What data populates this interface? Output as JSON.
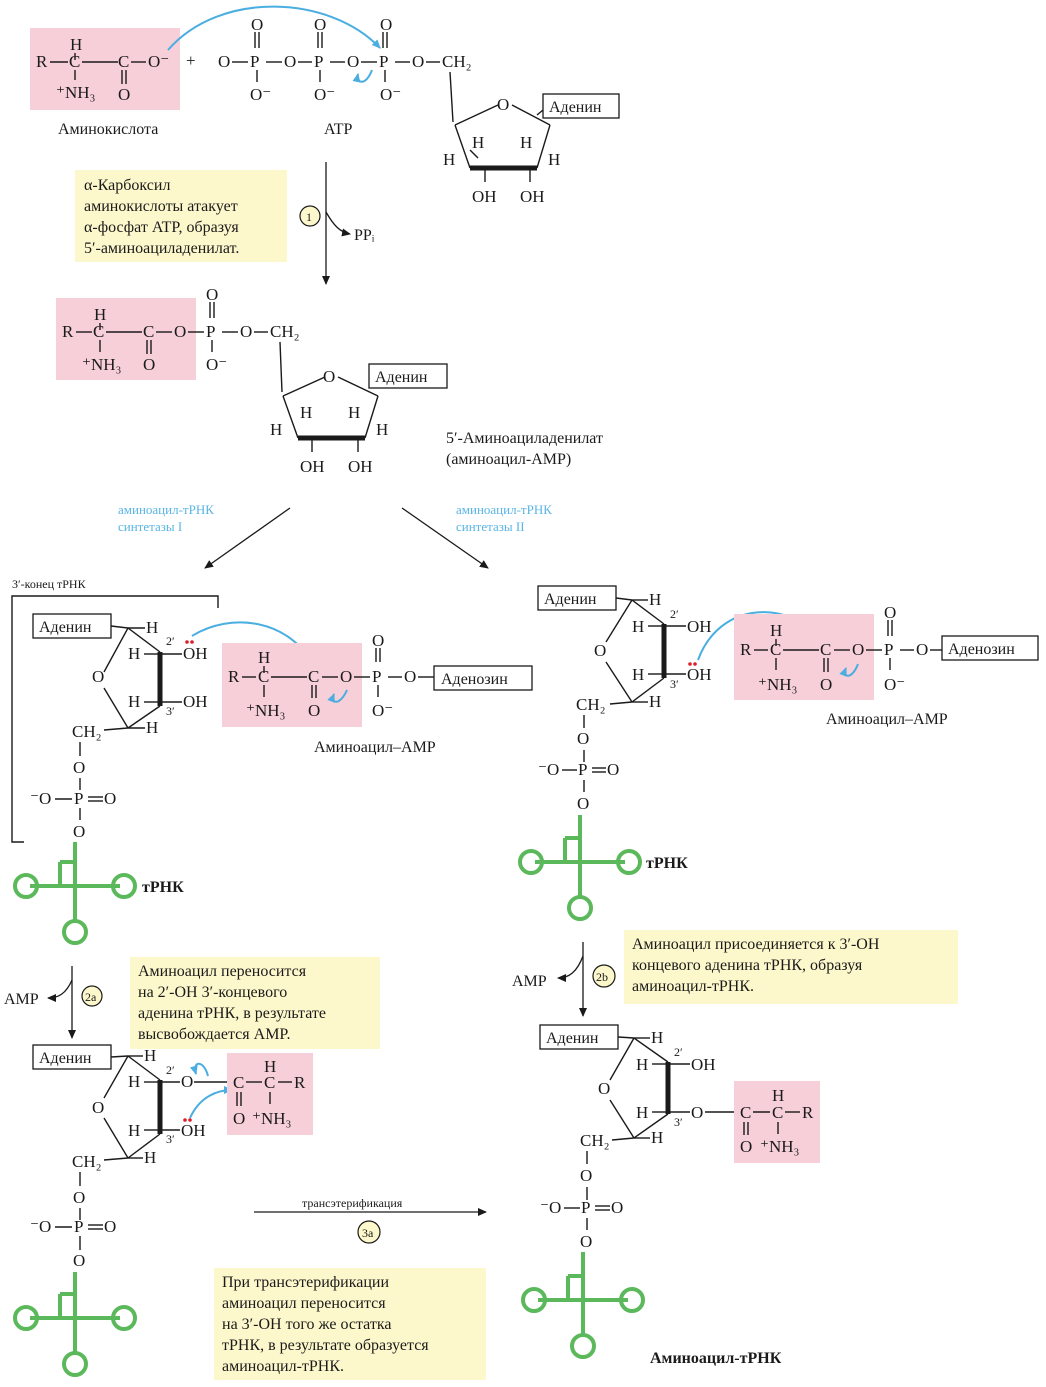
{
  "labels": {
    "amino_acid": "Аминокислота",
    "atp": "ATP",
    "adenine": "Аденин",
    "adenosine": "Аденозин",
    "aminoacyl_adenylate": "5′-Аминоациладенилат",
    "aminoacyl_amp_paren": "(аминоацил-AMP)",
    "aminoacyl_amp": "Аминоацил–AMP",
    "trna": "тРНК",
    "three_end": "3′-конец тРНК",
    "aminoacyl_trna": "Аминоацил-тРНК",
    "amp": "AMP",
    "ppi": "PPᵢ",
    "transesterification": "трансэтерификация",
    "step1": "1",
    "step2a": "2a",
    "step2b": "2b",
    "step3a": "3a",
    "enzyme_class1_l1": "аминоацил-тРНК",
    "enzyme_class1_l2": "синтетазы I",
    "enzyme_class2_l1": "аминоацил-тРНК",
    "enzyme_class2_l2": "синтетазы II"
  },
  "notes": {
    "step1": [
      "α-Карбоксил",
      "аминокислоты атакует",
      "α-фосфат ATP, образуя",
      "5′-аминоациладенилат."
    ],
    "step2a": [
      "Аминоацил переносится",
      "на 2′-OH 3′-концевого",
      "аденина тРНК, в результате",
      "высвобождается AMP."
    ],
    "step2b": [
      "Аминоацил  присоединяется к 3′-OH",
      "концевого аденина тРНК, образуя",
      "аминоацил-тРНК."
    ],
    "step3a": [
      "При трансэтерификации",
      "аминоацил переносится",
      "на 3′-OH того же остатка",
      "тРНК, в результате образуется",
      "аминоацил-тРНК."
    ]
  },
  "atoms": {
    "R": "R",
    "C": "C",
    "H": "H",
    "O": "O",
    "P": "P",
    "OH": "OH",
    "NH3": "⁺NH₃",
    "O_minus": "O⁻",
    "minus_O": "⁻O",
    "CH2": "CH₂",
    "plus": "+",
    "prime2": "2′",
    "prime3": "3′"
  },
  "colors": {
    "highlight_box": "#fdf8cc",
    "amino_acid_bg": "#f7cfd8",
    "arrow_blue": "#4aaee0",
    "trna_green": "#5bb85b",
    "lone_pair_red": "#d9202a"
  }
}
